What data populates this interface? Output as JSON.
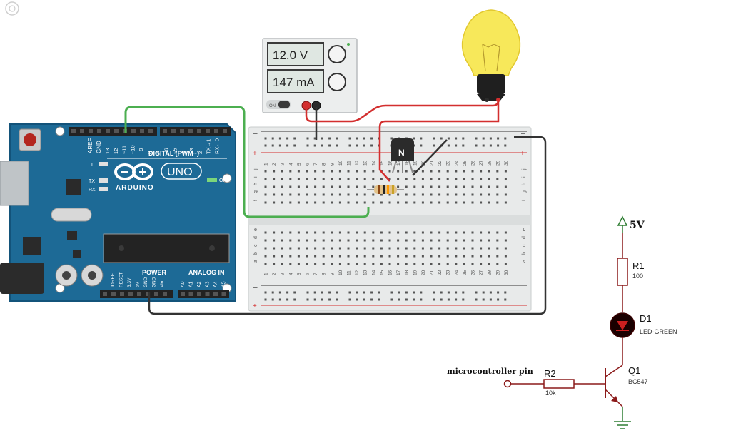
{
  "arduino": {
    "aref_label": "AREF",
    "gnd_label": "GND",
    "digital_pin_numbers": [
      "13",
      "12",
      "~11",
      "~10",
      "~9",
      "8",
      "7",
      "~6",
      "~5",
      "4",
      "~3",
      "2",
      "TX→1",
      "RX←0"
    ],
    "digital_label": "DIGITAL (PWM~)",
    "brand": "ARDUINO",
    "model": "UNO",
    "l_led": "L",
    "tx_led": "TX",
    "rx_led": "RX",
    "on_led": "ON",
    "power_label": "POWER",
    "analog_label": "ANALOG IN",
    "power_pins": [
      "IOREF",
      "RESET",
      "3.3V",
      "5V",
      "GND",
      "GND",
      "Vin"
    ],
    "analog_pins": [
      "A0",
      "A1",
      "A2",
      "A3",
      "A4",
      "A5"
    ]
  },
  "power_supply": {
    "voltage": "12.0 V",
    "current": "147 mA",
    "on_label": "ON"
  },
  "breadboard": {
    "column_numbers": [
      "1",
      "2",
      "3",
      "4",
      "5",
      "6",
      "7",
      "8",
      "9",
      "10",
      "11",
      "12",
      "13",
      "14",
      "15",
      "16",
      "17",
      "18",
      "19",
      "20",
      "21",
      "22",
      "23",
      "24",
      "25",
      "26",
      "27",
      "28",
      "29",
      "30"
    ],
    "top_rows": [
      "j",
      "i",
      "h",
      "g",
      "f"
    ],
    "bottom_rows": [
      "e",
      "d",
      "c",
      "b",
      "a"
    ],
    "rail_minus": "–",
    "rail_plus": "+"
  },
  "transistor_label": "N",
  "schematic": {
    "supply_label": "5V",
    "r1_name": "R1",
    "r1_value": "100",
    "d1_name": "D1",
    "d1_value": "LED-GREEN",
    "q1_name": "Q1",
    "q1_value": "BC547",
    "r2_name": "R2",
    "r2_value": "10k",
    "input_label": "microcontroller pin"
  },
  "colors": {
    "arduino_blue": "#1d6a96",
    "wire_green": "#4caf50",
    "wire_red": "#d32f2f",
    "wire_black": "#333333",
    "schematic_dark_red": "#8b1a1a",
    "schematic_green": "#2e7d32",
    "bulb_yellow": "#f7e85a"
  }
}
